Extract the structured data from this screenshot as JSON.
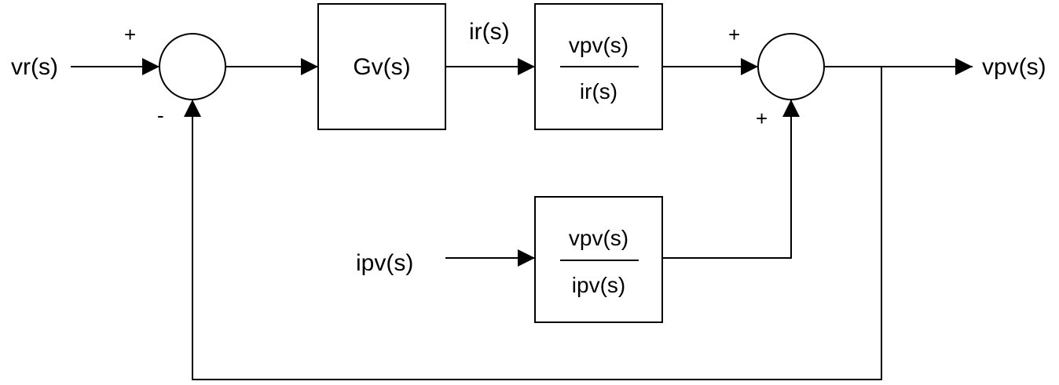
{
  "signals": {
    "reference_input": "vr(s)",
    "current_reference": "ir(s)",
    "pv_current": "ipv(s)",
    "output": "vpv(s)"
  },
  "blocks": {
    "controller": "Gv(s)",
    "tf1": {
      "numerator": "vpv(s)",
      "denominator": "ir(s)"
    },
    "tf2": {
      "numerator": "vpv(s)",
      "denominator": "ipv(s)"
    }
  },
  "summing_junctions": {
    "sum1": {
      "plus": "+",
      "minus": "-"
    },
    "sum2": {
      "plus_top": "+",
      "plus_bottom": "+"
    }
  }
}
